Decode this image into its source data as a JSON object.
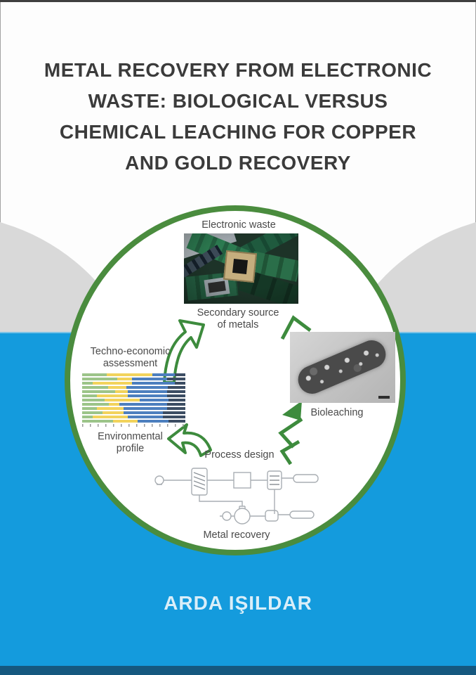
{
  "cover": {
    "title_lines": [
      "METAL RECOVERY FROM ELECTRONIC",
      "WASTE: BIOLOGICAL VERSUS",
      "CHEMICAL LEACHING FOR COPPER",
      "AND GOLD RECOVERY"
    ],
    "author": "ARDA IŞILDAR"
  },
  "cycle": {
    "labels": {
      "electronic_waste": "Electronic waste",
      "secondary_source_line1": "Secondary source",
      "secondary_source_line2": "of metals",
      "techno_line1": "Techno-economic",
      "techno_line2": "assessment",
      "bioleaching": "Bioleaching",
      "environmental_line1": "Environmental",
      "environmental_line2": "profile",
      "process_design": "Process design",
      "metal_recovery": "Metal recovery"
    },
    "images": {
      "electronic_waste_photo": "e-waste-photo",
      "bioleaching_micrograph": "bacterium-micrograph",
      "process_flow_diagram": "process-flowsheet-drawing"
    }
  },
  "colors": {
    "blue_band": "#149bdd",
    "dark_bottom_strip": "#15587f",
    "ring_green": "#4a8c3e",
    "arrow_green": "#3d8b3d",
    "gray_shape": "#d9d9d9",
    "title_text": "#3b3b3b",
    "label_text": "#4a4a4a",
    "author_text": "#d9eef9"
  },
  "chart_data": {
    "type": "bar",
    "orientation": "horizontal-stacked",
    "title": "Environmental profile (stacked impact bars, values estimated)",
    "categories": [
      "r1",
      "r2",
      "r3",
      "r4",
      "r5",
      "r6",
      "r7",
      "r8",
      "r9",
      "r10",
      "r11",
      "r12"
    ],
    "series": [
      {
        "name": "green segment",
        "color": "#9cc489",
        "values": [
          24,
          34,
          10,
          25,
          32,
          14,
          22,
          26,
          14,
          20,
          10,
          30
        ]
      },
      {
        "name": "yellow segment",
        "color": "#f2d35c",
        "values": [
          44,
          14,
          38,
          18,
          12,
          30,
          34,
          10,
          26,
          20,
          34,
          24
        ]
      },
      {
        "name": "blue segment",
        "color": "#4d7fbe",
        "values": [
          22,
          34,
          42,
          40,
          38,
          38,
          28,
          46,
          42,
          38,
          34,
          30
        ]
      },
      {
        "name": "dark segment",
        "color": "#3c4d63",
        "values": [
          10,
          18,
          10,
          17,
          18,
          18,
          16,
          18,
          18,
          22,
          22,
          16
        ]
      }
    ],
    "xlim": [
      0,
      100
    ],
    "x_axis": "unlabeled tick marks",
    "legend": "none"
  }
}
